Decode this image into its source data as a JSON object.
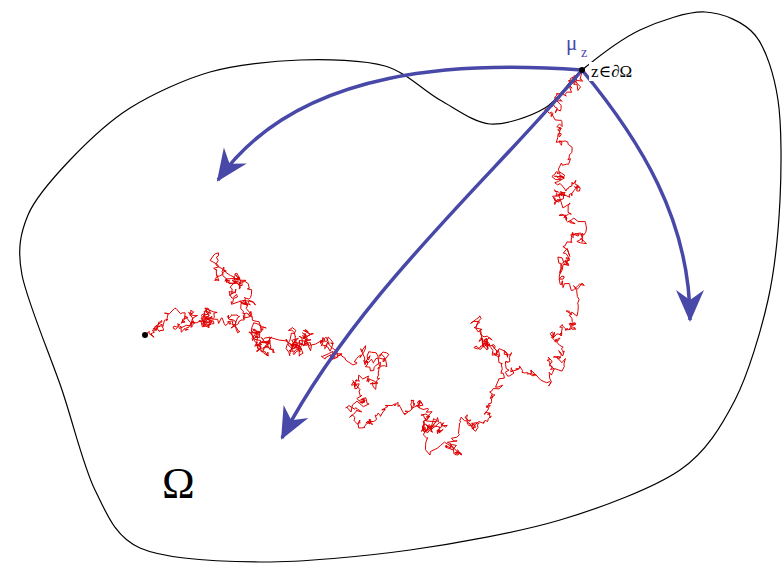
{
  "diagram": {
    "labels": [
      "μ",
      "z",
      "z∈∂Ω",
      "Ω"
    ]
  }
}
